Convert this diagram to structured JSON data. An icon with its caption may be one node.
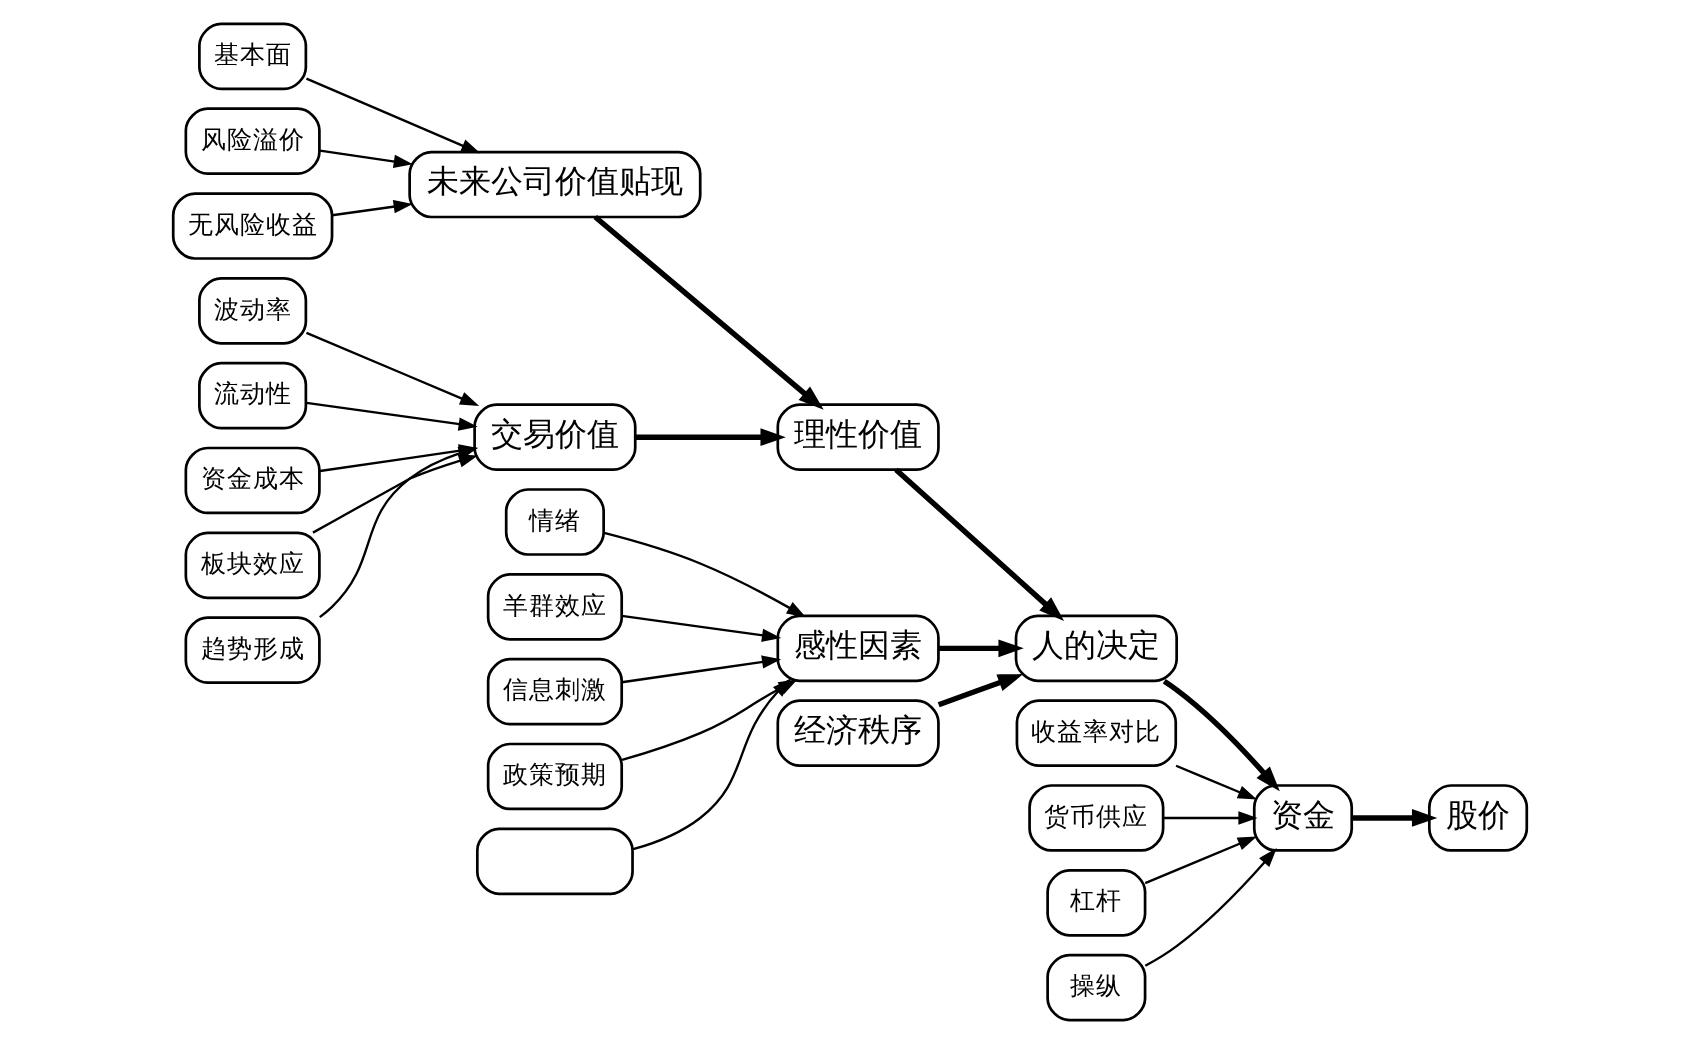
{
  "diagram": {
    "nodes": [
      {
        "text": [
          "基本面"
        ]
      },
      {
        "text": [
          "风险溢价"
        ]
      },
      {
        "text": [
          "无风险收益"
        ]
      },
      {
        "text": [
          "未来公司价值贴现"
        ]
      },
      {
        "text": [
          "波动率"
        ]
      },
      {
        "text": [
          "流动性"
        ]
      },
      {
        "text": [
          "资金成本"
        ]
      },
      {
        "text": [
          "板块效应"
        ]
      },
      {
        "text": [
          "趋势形成"
        ]
      },
      {
        "text": [
          "交易价值"
        ]
      },
      {
        "text": [
          "理性价值"
        ]
      },
      {
        "text": [
          "人的决定"
        ]
      },
      {
        "text": [
          "情绪"
        ]
      },
      {
        "text": [
          "羊群效应"
        ]
      },
      {
        "text": [
          "信息刺激"
        ]
      },
      {
        "text": [
          "政策预期"
        ]
      },
      {
        "text": [],
        "shape": "box"
      },
      {
        "text": [
          "感性因素"
        ]
      },
      {
        "text": [
          "经济秩序"
        ]
      },
      {
        "text": [
          "收益率对比"
        ]
      },
      {
        "text": [
          "货币供应"
        ]
      },
      {
        "text": [
          "杠杆"
        ]
      },
      {
        "text": [
          "操纵"
        ]
      },
      {
        "text": [
          "资金"
        ]
      },
      {
        "text": [
          "股价"
        ]
      }
    ],
    "edges": [
      {
        "from": 0,
        "to": 3,
        "arrow": "to"
      },
      {
        "from": 1,
        "to": 3,
        "arrow": "to"
      },
      {
        "from": 2,
        "to": 3,
        "arrow": "to"
      },
      {
        "from": 4,
        "to": 9,
        "arrow": "to"
      },
      {
        "from": 5,
        "to": 9,
        "arrow": "to"
      },
      {
        "from": 6,
        "to": 9,
        "arrow": "to"
      },
      {
        "from": 7,
        "to": 9,
        "arrow": "to"
      },
      {
        "from": 8,
        "to": 9,
        "arrow": "to"
      },
      {
        "from": 3,
        "to": 10,
        "arrow": "to",
        "style": "thick"
      },
      {
        "from": 9,
        "to": 10,
        "arrow": "to",
        "style": "thick"
      },
      {
        "from": 10,
        "to": 11,
        "arrow": "to",
        "style": "thick"
      },
      {
        "from": 12,
        "to": 17,
        "arrow": "to"
      },
      {
        "from": 13,
        "to": 17,
        "arrow": "to"
      },
      {
        "from": 14,
        "to": 17,
        "arrow": "to"
      },
      {
        "from": 15,
        "to": 17,
        "arrow": "to"
      },
      {
        "from": 16,
        "to": 17,
        "arrow": "to"
      },
      {
        "from": 17,
        "to": 11,
        "arrow": "to",
        "style": "thick"
      },
      {
        "from": 18,
        "to": 11,
        "arrow": "to",
        "style": "thick"
      },
      {
        "from": 19,
        "to": 23,
        "arrow": "to"
      },
      {
        "from": 20,
        "to": 23,
        "arrow": "to"
      },
      {
        "from": 21,
        "to": 23,
        "arrow": "to"
      },
      {
        "from": 22,
        "to": 23,
        "arrow": "to"
      },
      {
        "from": 11,
        "to": 23,
        "arrow": "to",
        "style": "thick"
      },
      {
        "from": 23,
        "to": 24,
        "arrow": "to",
        "style": "thick"
      }
    ]
  }
}
